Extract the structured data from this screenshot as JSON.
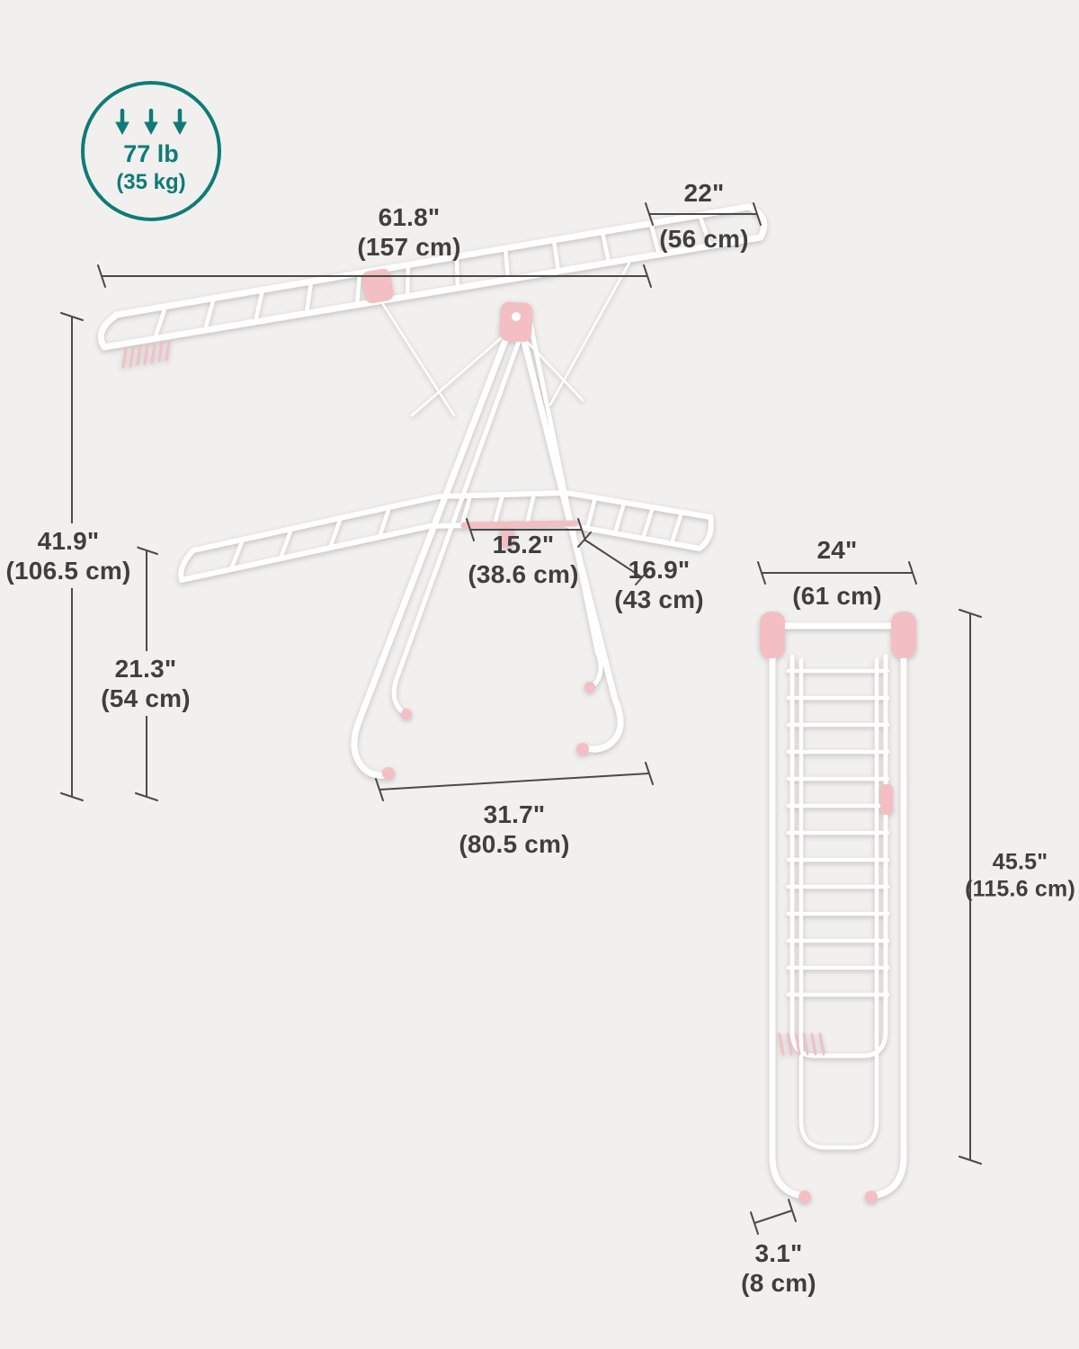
{
  "page": {
    "description": "Foldable gullwing clothes drying rack dimension diagram",
    "background": "#f1f0ee"
  },
  "badge": {
    "icon": "three-down-arrows",
    "weight_lb": "77 lb",
    "weight_kg": "(35 kg)",
    "color": "#0e7b78"
  },
  "open_rack": {
    "top_width_in": "61.8\"",
    "top_width_cm": "(157 cm)",
    "wing_width_in": "22\"",
    "wing_width_cm": "(56 cm)",
    "total_height_in": "41.9\"",
    "total_height_cm": "(106.5 cm)",
    "lower_height_in": "21.3\"",
    "lower_height_cm": "(54 cm)",
    "middle_shelf_in": "15.2\"",
    "middle_shelf_cm": "(38.6 cm)",
    "lower_wing_in": "16.9\"",
    "lower_wing_cm": "(43 cm)",
    "base_width_in": "31.7\"",
    "base_width_cm": "(80.5 cm)"
  },
  "folded_rack": {
    "width_in": "24\"",
    "width_cm": "(61 cm)",
    "height_in": "45.5\"",
    "height_cm": "(115.6 cm)",
    "depth_in": "3.1\"",
    "depth_cm": "(8 cm)"
  },
  "colors": {
    "frame": "#ffffff",
    "accent_pink": "#f3bfc4",
    "text": "#3f3f3f",
    "badge_teal": "#0e7b78",
    "background": "#f1f0ee"
  }
}
